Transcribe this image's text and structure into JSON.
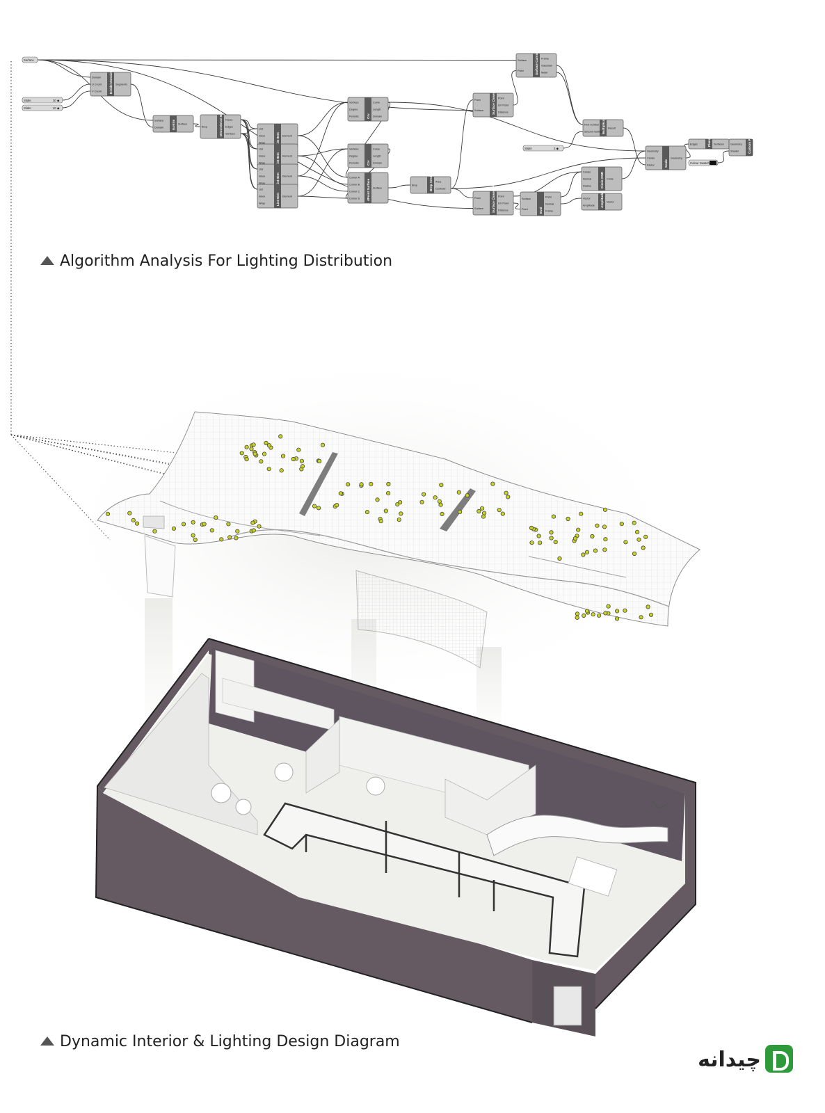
{
  "captions": {
    "algorithm": "Algorithm Analysis For Lighting Distribution",
    "interior": "Dynamic Interior & Lighting Design Diagram"
  },
  "logo": {
    "text": "چیدانه",
    "icon": "chidaneh-logo-icon"
  },
  "grasshopper": {
    "inputs": [
      {
        "label": "Surface"
      },
      {
        "label": "Slider",
        "value": "30"
      },
      {
        "label": "Slider",
        "value": "40"
      },
      {
        "label": "Slider",
        "value": "2"
      },
      {
        "label": "Colour Swatch"
      }
    ],
    "components": [
      {
        "name": "Divide Domain²",
        "in": [
          "Domain",
          "U Count",
          "V Count"
        ],
        "out": [
          "Segments"
        ]
      },
      {
        "name": "Isotrim",
        "in": [
          "Surface",
          "Domain"
        ],
        "out": [
          "Surface"
        ]
      },
      {
        "name": "Deconstruct Brep",
        "in": [
          "Brep"
        ],
        "out": [
          "Faces",
          "Edges",
          "Vertices"
        ]
      },
      {
        "name": "List Item",
        "in": [
          "List",
          "Index",
          "Wrap"
        ],
        "out": [
          "Element"
        ]
      },
      {
        "name": "List Item",
        "in": [
          "List",
          "Index",
          "Wrap"
        ],
        "out": [
          "Element"
        ]
      },
      {
        "name": "List Item",
        "in": [
          "List",
          "Index",
          "Wrap"
        ],
        "out": [
          "Element"
        ]
      },
      {
        "name": "List Item",
        "in": [
          "List",
          "Index",
          "Wrap"
        ],
        "out": [
          "Element"
        ]
      },
      {
        "name": "Crv",
        "in": [
          "Vertices",
          "Degree",
          "Periodic"
        ],
        "out": [
          "Curve",
          "Length",
          "Domain"
        ]
      },
      {
        "name": "Crv",
        "in": [
          "Vertices",
          "Degree",
          "Periodic"
        ],
        "out": [
          "Curve",
          "Length",
          "Domain"
        ]
      },
      {
        "name": "4Point Surface",
        "in": [
          "Corner A",
          "Corner B",
          "Corner C",
          "Corner D"
        ],
        "out": [
          "Surface"
        ]
      },
      {
        "name": "Brep Area",
        "in": [
          "Brep"
        ],
        "out": [
          "Area",
          "Centroid"
        ]
      },
      {
        "name": "Surface Closest Point",
        "in": [
          "Point",
          "Surface"
        ],
        "out": [
          "Point",
          "UV Point",
          "Distance"
        ]
      },
      {
        "name": "Surface Closest Point",
        "in": [
          "Point",
          "Surface"
        ],
        "out": [
          "Point",
          "UV Point",
          "Distance"
        ]
      },
      {
        "name": "Surface Curvature",
        "in": [
          "Surface",
          "Point"
        ],
        "out": [
          "Frame",
          "Gaussian",
          "Mean"
        ]
      },
      {
        "name": "Multiplication",
        "in": [
          "First number",
          "Second number"
        ],
        "out": [
          "Result"
        ]
      },
      {
        "name": "Eval",
        "in": [
          "Surface",
          "Point"
        ],
        "out": [
          "Point",
          "Normal",
          "Frame"
        ]
      },
      {
        "name": "Circle CNR",
        "in": [
          "Center",
          "Normal",
          "Radius"
        ],
        "out": [
          "Circle"
        ]
      },
      {
        "name": "Amplitude",
        "in": [
          "Vector",
          "Amplitude"
        ],
        "out": [
          "Vector"
        ]
      },
      {
        "name": "Scale",
        "in": [
          "Geometry",
          "Center",
          "Factor"
        ],
        "out": [
          "Geometry"
        ]
      },
      {
        "name": "Planar",
        "in": [
          "Edges"
        ],
        "out": [
          "Surfaces"
        ]
      },
      {
        "name": "Custom Preview",
        "in": [
          "Geometry",
          "Shader"
        ],
        "out": []
      }
    ]
  },
  "colors": {
    "wall": "#655a61",
    "light_points": "#c9d21e",
    "node": "#bdbdbd",
    "node_title": "#5a5a5a",
    "caption": "#222222",
    "logo_green": "#2e9a3a"
  }
}
